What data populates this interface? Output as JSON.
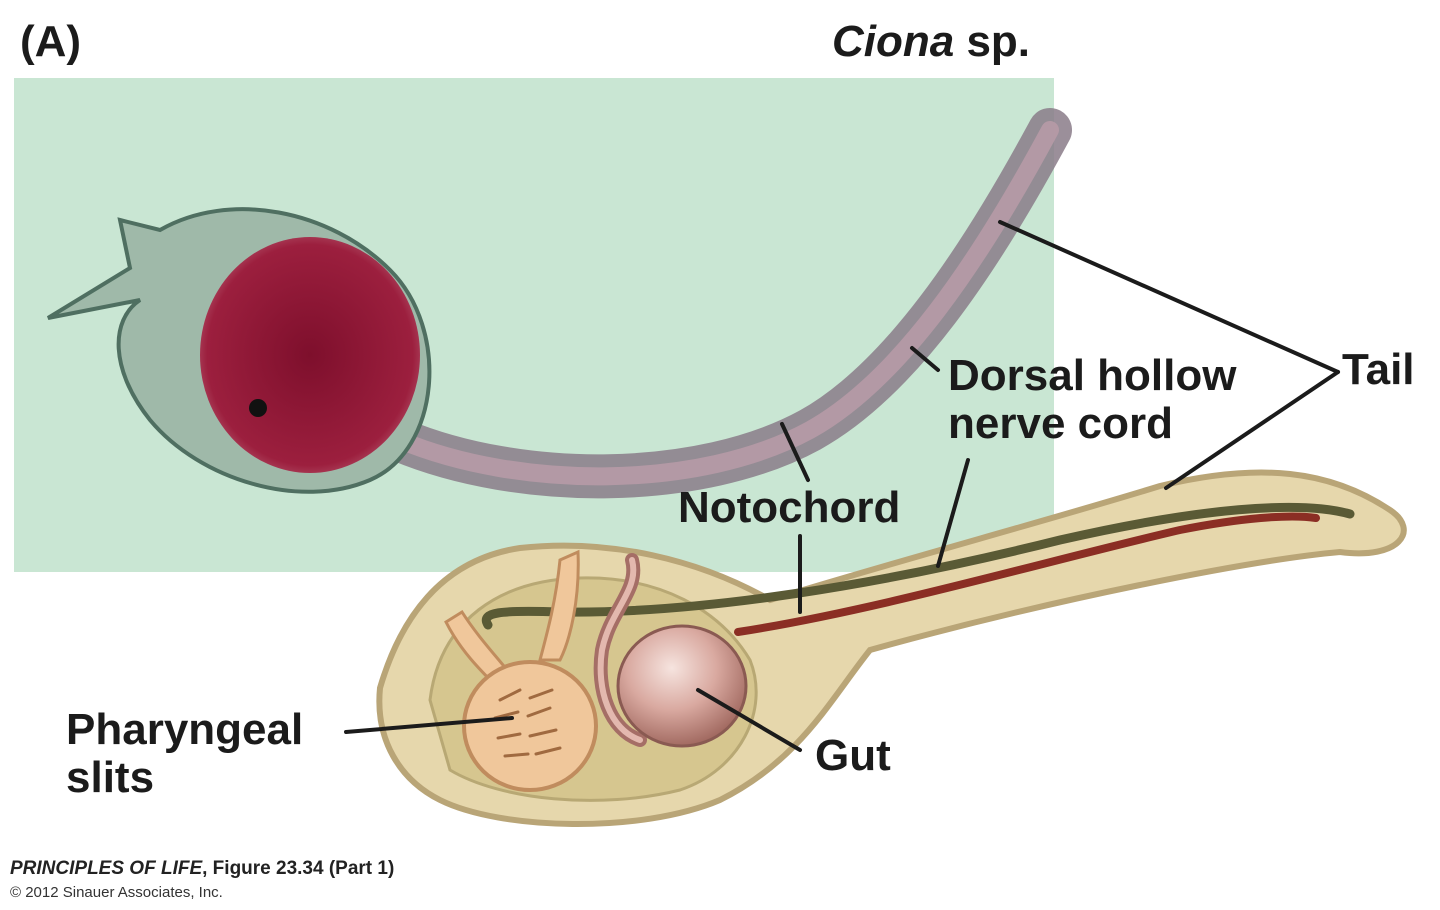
{
  "panel": {
    "label": "(A)",
    "species_genus": "Ciona",
    "species_suffix": " sp."
  },
  "labels": {
    "dorsal_hollow_nerve_cord": [
      "Dorsal hollow",
      "nerve cord"
    ],
    "tail": "Tail",
    "notochord": "Notochord",
    "pharyngeal_slits": [
      "Pharyngeal",
      "slits"
    ],
    "gut": "Gut"
  },
  "credit": {
    "book_title": "PRINCIPLES OF LIFE",
    "figure": ", Figure 23.34 (Part 1)",
    "copyright": "© 2012 Sinauer Associates, Inc."
  },
  "colors": {
    "micrograph_bg": "#c9e6d3",
    "larva_red": "#8a1534",
    "illustration_body": "#e6d7ac",
    "illustration_outline": "#b9a577",
    "notochord": "#5a5a35",
    "nerve_cord": "#8b2e24",
    "pharynx": "#f0c79b",
    "gut": "#c58f86"
  }
}
